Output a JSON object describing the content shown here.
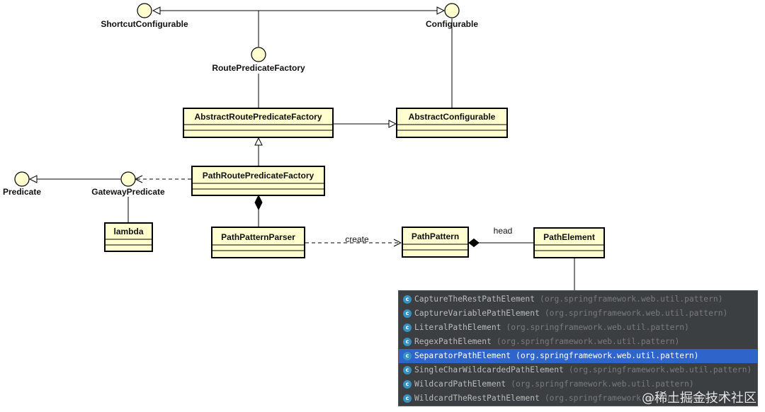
{
  "colors": {
    "class_fill": "#fefece",
    "interface_fill": "#fefece",
    "line": "#000000",
    "popup_bg": "#3c3f41",
    "popup_selected": "#2f65ca",
    "class_icon": "#3592c4"
  },
  "interfaces": {
    "shortcut_configurable": "ShortcutConfigurable",
    "configurable": "Configurable",
    "route_predicate_factory": "RoutePredicateFactory",
    "predicate": "Predicate",
    "gateway_predicate": "GatewayPredicate"
  },
  "classes": {
    "abstract_route_predicate_factory": "AbstractRoutePredicateFactory",
    "abstract_configurable": "AbstractConfigurable",
    "path_route_predicate_factory": "PathRoutePredicateFactory",
    "lambda": "lambda",
    "path_pattern_parser": "PathPatternParser",
    "path_pattern": "PathPattern",
    "path_element": "PathElement"
  },
  "associations": {
    "create": "create",
    "head": "head"
  },
  "popup": {
    "icon_letter": "c",
    "items": [
      {
        "name": "CaptureTheRestPathElement",
        "package": "(org.springframework.web.util.pattern)"
      },
      {
        "name": "CaptureVariablePathElement",
        "package": "(org.springframework.web.util.pattern)"
      },
      {
        "name": "LiteralPathElement",
        "package": "(org.springframework.web.util.pattern)"
      },
      {
        "name": "RegexPathElement",
        "package": "(org.springframework.web.util.pattern)"
      },
      {
        "name": "SeparatorPathElement",
        "package": "(org.springframework.web.util.pattern)"
      },
      {
        "name": "SingleCharWildcardedPathElement",
        "package": "(org.springframework.web.util.pattern)"
      },
      {
        "name": "WildcardPathElement",
        "package": "(org.springframework.web.util.pattern)"
      },
      {
        "name": "WildcardTheRestPathElement",
        "package": "(org.springframework.web.util.pattern)"
      }
    ],
    "selected_index": 4
  },
  "watermark": "@稀土掘金技术社区"
}
